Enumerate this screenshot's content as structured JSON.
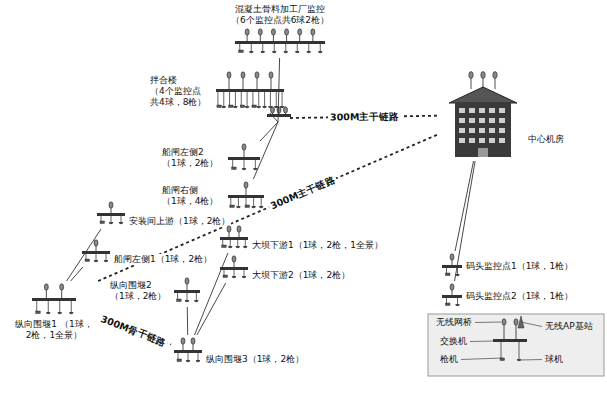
{
  "diagram": {
    "nodes": [
      {
        "text": [
          "混凝土骨料加工厂监控 （6个监控点共6球2枪）"
        ]
      },
      {
        "text": [
          "拌合楼 （4个监控点 共4球，8枪）"
        ]
      },
      {
        "text": [
          "船闸左侧2 （1球，2枪）"
        ]
      },
      {
        "text": [
          "船闸右侧 （1球，4枪）"
        ]
      },
      {
        "text": [
          "中心机房"
        ]
      },
      {
        "text": [
          "码头监控点1（1球，1枪）"
        ]
      },
      {
        "text": [
          "码头监控点2（1球，1枪）"
        ]
      },
      {
        "text": [
          "安装间上游（1球，2枪）"
        ]
      },
      {
        "text": [
          "船闸左侧1（1球，2枪）"
        ]
      },
      {
        "text": [
          "纵向围堰1 （1球，2枪，1全景）"
        ]
      },
      {
        "text": [
          "纵向围堰2 （1球，2枪）"
        ]
      },
      {
        "text": [
          "大坝下游1（1球，2枪，1全景）"
        ]
      },
      {
        "text": [
          "大坝下游2（1球，2枪）"
        ]
      },
      {
        "text": [
          "纵向围堰3（1球，2枪）"
        ]
      }
    ],
    "edges": [
      {
        "from": 9,
        "to": 4,
        "label": "300M主干链路",
        "arrow": "none"
      },
      {
        "from": 9,
        "to": 7,
        "arrow": "none"
      },
      {
        "from": 9,
        "to": 8,
        "arrow": "none"
      },
      {
        "from": 9,
        "to": 13,
        "label": "300M骨干链路",
        "arrow": "none"
      },
      {
        "from": 13,
        "to": 10,
        "arrow": "none"
      },
      {
        "from": 13,
        "to": 11,
        "arrow": "none"
      },
      {
        "from": 13,
        "to": 12,
        "arrow": "none"
      },
      {
        "from": 4,
        "to": 5,
        "arrow": "none"
      },
      {
        "from": 4,
        "to": 6,
        "arrow": "none"
      }
    ],
    "labels": [
      "300M主干链路"
    ],
    "legend": [
      {
        "text": "无线网桥"
      },
      {
        "text": "无线AP基站"
      },
      {
        "text": "交换机"
      },
      {
        "text": "枪机"
      },
      {
        "text": "球机"
      }
    ]
  }
}
